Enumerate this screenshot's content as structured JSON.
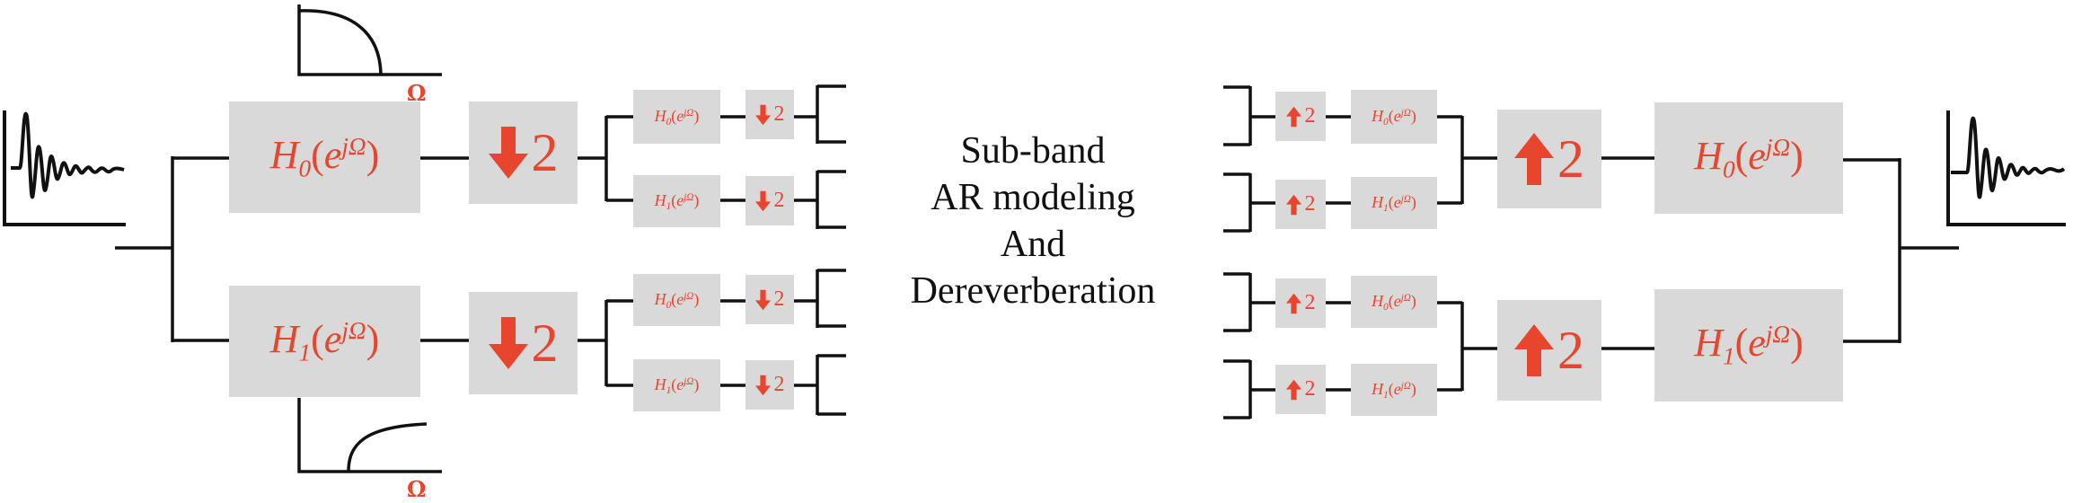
{
  "center_text": {
    "line1": "Sub-band",
    "line2": "AR modeling",
    "line3": "And",
    "line4": "Dereverberation"
  },
  "filters": {
    "h0": {
      "base": "H",
      "sub": "0",
      "sup": "jΩ"
    },
    "h1": {
      "base": "H",
      "sub": "1",
      "sup": "jΩ"
    }
  },
  "omega_label": "Ω",
  "rate_factor": "2",
  "colors": {
    "accent": "#e8452f",
    "block_fill": "#d9d9d9",
    "line": "#111111"
  },
  "icons": {
    "downsample": "down-arrow-icon",
    "upsample": "up-arrow-icon"
  }
}
